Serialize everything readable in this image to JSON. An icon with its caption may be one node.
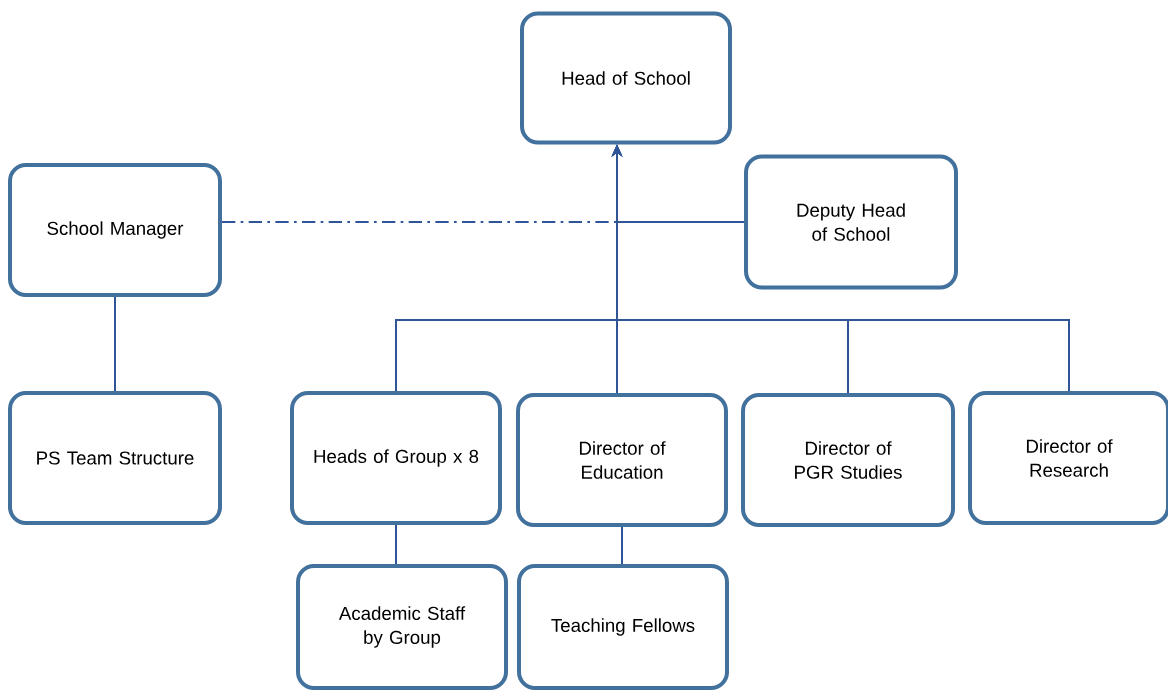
{
  "diagram": {
    "nodes": [
      {
        "text": [
          "Head of School"
        ]
      },
      {
        "text": [
          "School Manager"
        ]
      },
      {
        "text": [
          "Deputy Head of School"
        ]
      },
      {
        "text": [
          "PS Team Structure"
        ]
      },
      {
        "text": [
          "Heads of Group x 8"
        ]
      },
      {
        "text": [
          "Director of Education"
        ]
      },
      {
        "text": [
          "Director of PGR Studies"
        ]
      },
      {
        "text": [
          "Director of Research"
        ]
      },
      {
        "text": [
          "Academic Staff by Group"
        ]
      },
      {
        "text": [
          "Teaching Fellows"
        ]
      }
    ],
    "edges": [
      {
        "from": 1,
        "to": 0,
        "arrow": "to",
        "style": "dashed"
      },
      {
        "from": 3,
        "to": 1,
        "arrow": "none"
      },
      {
        "from": 8,
        "to": 4,
        "arrow": "none"
      },
      {
        "from": 9,
        "to": 5,
        "arrow": "none"
      },
      {
        "from": 5,
        "to": 0,
        "arrow": "to"
      },
      {
        "from": 4,
        "to": 0,
        "arrow": "to"
      },
      {
        "from": 6,
        "to": 0,
        "arrow": "to"
      },
      {
        "from": 7,
        "to": 0,
        "arrow": "to"
      },
      {
        "from": 2,
        "to": 0,
        "arrow": "to"
      }
    ]
  }
}
